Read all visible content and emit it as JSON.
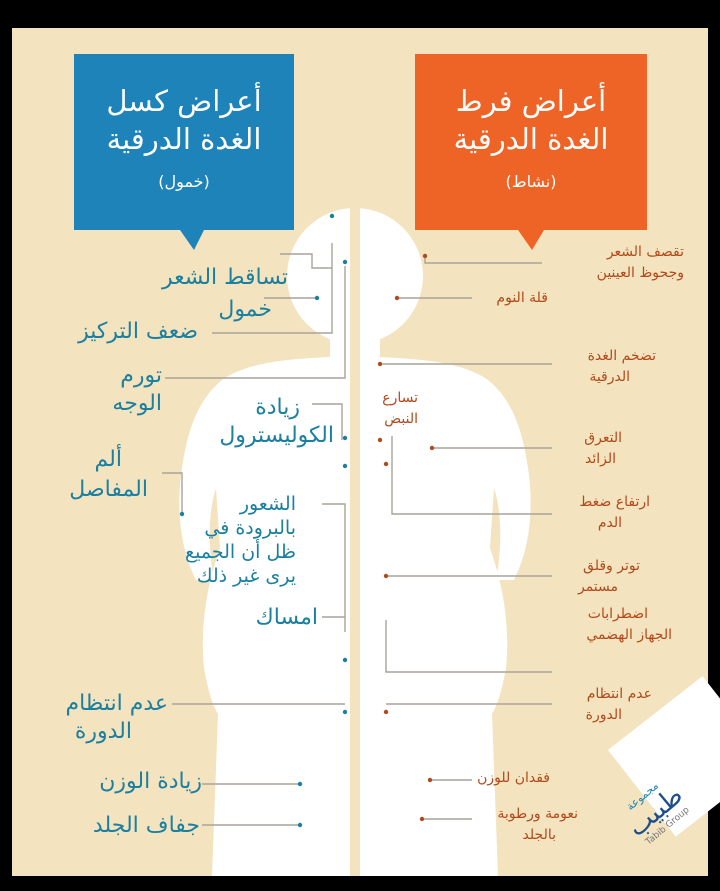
{
  "colors": {
    "background": "#f3e3bf",
    "hypo_box": "#1d83b8",
    "hyper_box": "#ee6427",
    "hypo_text": "#1a7fa0",
    "hyper_text": "#b14a1b",
    "line": "#a9a49a",
    "body": "#ffffff"
  },
  "hypo": {
    "title_line1": "أعراض كسل",
    "title_line2": "الغدة الدرقية",
    "subtitle": "(خمول)",
    "symptoms": [
      "تساقط الشعر",
      "خمول",
      "ضعف التركيز",
      "تورم",
      "الوجه",
      "زيادة",
      "الكوليسترول",
      "ألم",
      "المفاصل",
      "الشعور",
      "بالبرودة في",
      "ظل أن الجميع",
      "يرى غير ذلك",
      "امساك",
      "عدم انتظام",
      "الدورة",
      "زيادة الوزن",
      "جفاف الجلد"
    ]
  },
  "hyper": {
    "title_line1": "أعراض فرط",
    "title_line2": "الغدة الدرقية",
    "subtitle": "(نشاط)",
    "symptoms": [
      "تقصف الشعر",
      "وجحوظ العينين",
      "قلة النوم",
      "تضخم الغدة",
      "الدرقية",
      "تسارع",
      "النبض",
      "التعرق",
      "الزائد",
      "ارتفاع ضغط",
      "الدم",
      "توتر وقلق",
      "مستمر",
      "اضطرابات",
      "الجهاز الهضمي",
      "عدم انتظام",
      "الدورة",
      "فقدان للوزن",
      "نعومة ورطوبة",
      "بالجلد"
    ]
  },
  "logo": {
    "name_ar": "طبيب",
    "sub_ar": "مجموعة",
    "name_en": "Tabib Group"
  }
}
